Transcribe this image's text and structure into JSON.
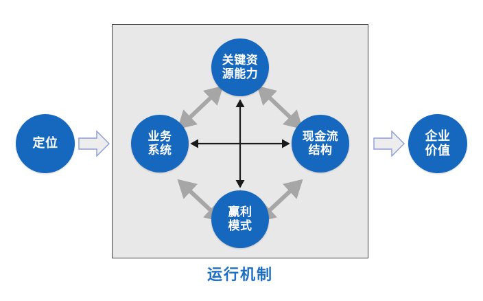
{
  "diagram": {
    "title_caption": "运行机制",
    "caption_color": "#1D6FC6",
    "panel": {
      "name": "operating-mechanism-panel",
      "fill_color": "#E8E8E8",
      "border_color": "#3C3C3C"
    },
    "circle_color": "#1668BF",
    "circle_text_color": "#FFFFFF",
    "inner_connector_color": "#A6A6A6",
    "cross_connector_color": "#1A1A1A",
    "block_arrow_fill": "#EDEDED",
    "block_arrow_stroke": "#8D9BD4",
    "outer_nodes": [
      {
        "id": "position",
        "lines": [
          "定位"
        ]
      },
      {
        "id": "enterprise-value",
        "lines": [
          "企业",
          "价值"
        ]
      }
    ],
    "inner_nodes": [
      {
        "id": "key-resource-capability",
        "position": "top",
        "lines": [
          "关键资",
          "源能力"
        ]
      },
      {
        "id": "business-system",
        "position": "left",
        "lines": [
          "业务",
          "系统"
        ]
      },
      {
        "id": "cash-flow-structure",
        "position": "right",
        "lines": [
          "现金流",
          "结构"
        ]
      },
      {
        "id": "profit-model",
        "position": "bottom",
        "lines": [
          "赢利",
          "模式"
        ]
      }
    ],
    "block_arrows": [
      {
        "id": "left-flow-arrow",
        "direction": "right"
      },
      {
        "id": "right-flow-arrow",
        "direction": "right"
      }
    ],
    "connectors": [
      {
        "id": "resource-to-business",
        "style": "diagonal",
        "heads": "double",
        "color": "#A6A6A6"
      },
      {
        "id": "resource-to-cashflow",
        "style": "diagonal",
        "heads": "double",
        "color": "#A6A6A6"
      },
      {
        "id": "business-to-profit",
        "style": "diagonal",
        "heads": "double",
        "color": "#A6A6A6"
      },
      {
        "id": "cashflow-to-profit",
        "style": "diagonal",
        "heads": "double",
        "color": "#A6A6A6"
      },
      {
        "id": "vertical-cross",
        "style": "straight",
        "heads": "double",
        "color": "#1A1A1A"
      },
      {
        "id": "horizontal-cross",
        "style": "straight",
        "heads": "double",
        "color": "#1A1A1A"
      }
    ]
  }
}
